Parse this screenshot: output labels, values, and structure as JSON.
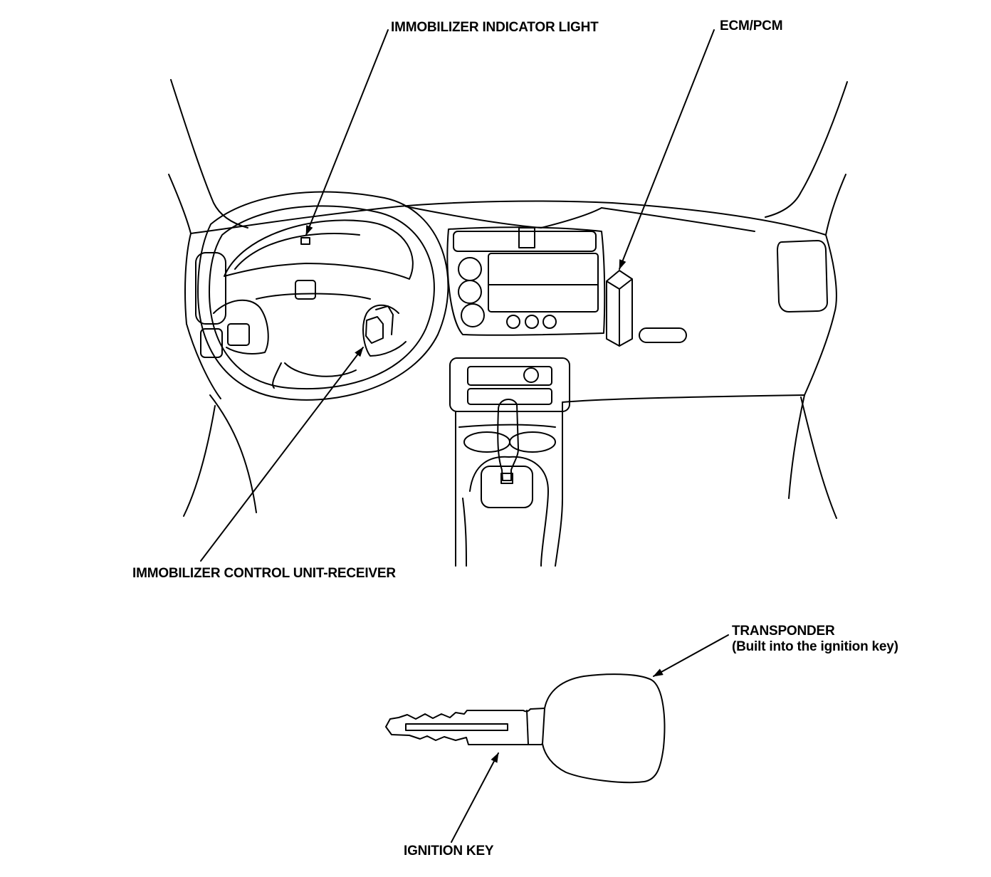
{
  "labels": {
    "immobilizer_indicator_light": "IMMOBILIZER INDICATOR LIGHT",
    "ecm_pcm": "ECM/PCM",
    "immobilizer_control_unit_receiver": "IMMOBILIZER CONTROL UNIT-RECEIVER",
    "transponder": "TRANSPONDER",
    "transponder_note": "(Built into the ignition key)",
    "ignition_key": "IGNITION KEY"
  },
  "colors": {
    "ink": "#000000",
    "paper": "#ffffff"
  }
}
